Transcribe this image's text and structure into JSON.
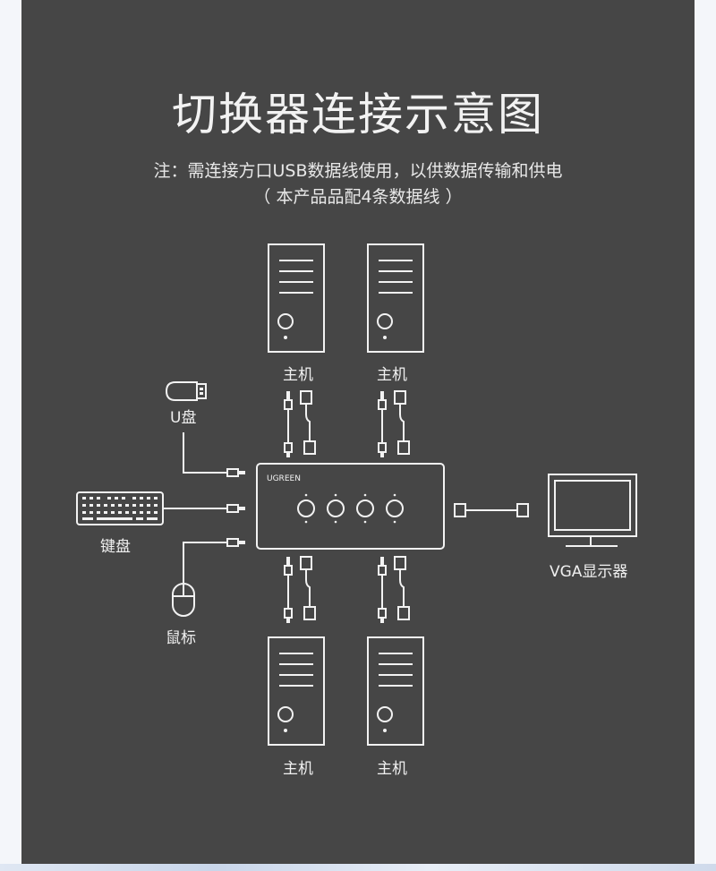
{
  "title": "切换器连接示意图",
  "note": {
    "line1": "注：需连接方口USB数据线使用，以供数据传输和供电",
    "line2": "（ 本产品品配4条数据线 ）"
  },
  "switch": {
    "brand": "UGREEN",
    "buttons": 4
  },
  "labels": {
    "host": "主机",
    "usb_drive": "U盘",
    "keyboard": "键盘",
    "mouse": "鼠标",
    "monitor": "VGA显示器"
  },
  "icons": [
    "computer-tower-icon",
    "usb-drive-icon",
    "keyboard-icon",
    "mouse-icon",
    "monitor-icon",
    "vga-cable-icon",
    "usb-cable-icon"
  ]
}
